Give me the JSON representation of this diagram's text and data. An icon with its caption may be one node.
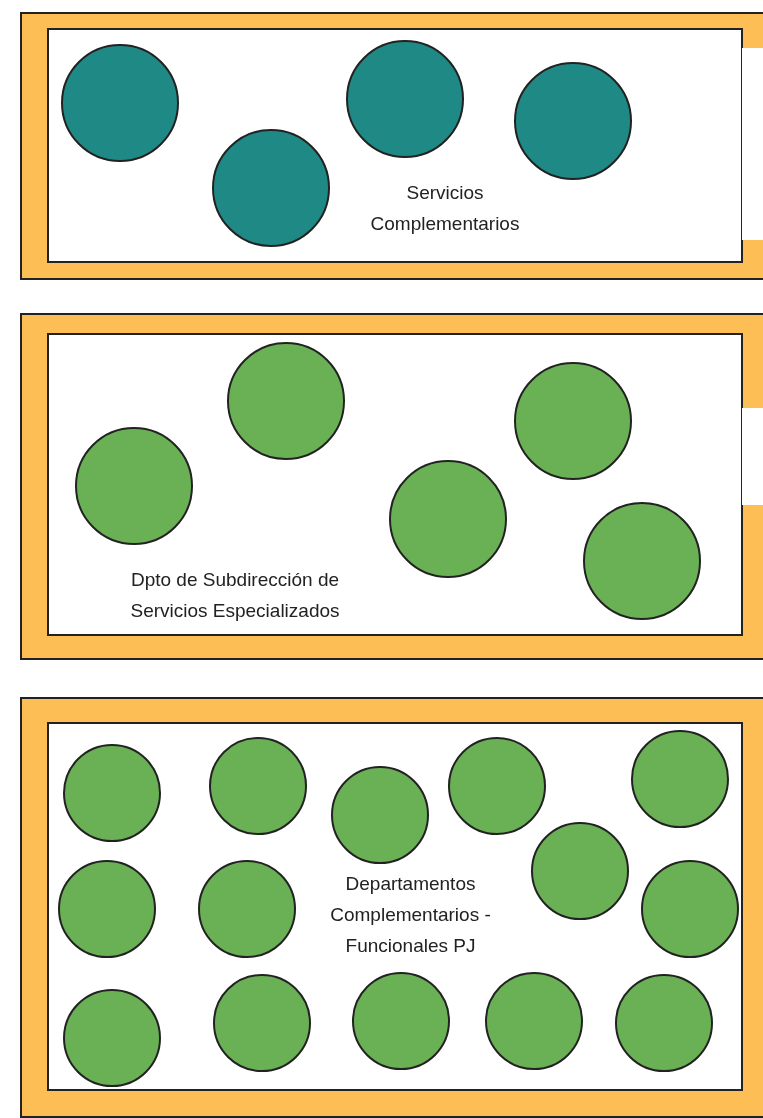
{
  "diagram": {
    "nodes": [
      {
        "text": [
          "Servicios Complementarios"
        ]
      },
      {
        "text": [],
        "shape": "circle",
        "in": 0
      },
      {
        "text": [],
        "shape": "circle",
        "in": 0
      },
      {
        "text": [],
        "shape": "circle",
        "in": 0
      },
      {
        "text": [],
        "shape": "circle",
        "in": 0
      },
      {
        "text": [
          "Dpto de Subdirección de Servicios Especializados"
        ]
      },
      {
        "text": [],
        "shape": "circle",
        "in": 5
      },
      {
        "text": [],
        "shape": "circle",
        "in": 5
      },
      {
        "text": [],
        "shape": "circle",
        "in": 5
      },
      {
        "text": [],
        "shape": "circle",
        "in": 5
      },
      {
        "text": [],
        "shape": "circle",
        "in": 5
      },
      {
        "text": [
          "Departamentos Complementarios - Funcionales PJ"
        ]
      },
      {
        "text": [],
        "shape": "circle",
        "in": 11
      },
      {
        "text": [],
        "shape": "circle",
        "in": 11
      },
      {
        "text": [],
        "shape": "circle",
        "in": 11
      },
      {
        "text": [],
        "shape": "circle",
        "in": 11
      },
      {
        "text": [],
        "shape": "circle",
        "in": 11
      },
      {
        "text": [],
        "shape": "circle",
        "in": 11
      },
      {
        "text": [],
        "shape": "circle",
        "in": 11
      },
      {
        "text": [],
        "shape": "circle",
        "in": 11
      },
      {
        "text": [],
        "shape": "circle",
        "in": 11
      },
      {
        "text": [],
        "shape": "circle",
        "in": 11
      },
      {
        "text": [],
        "shape": "circle",
        "in": 11
      },
      {
        "text": [],
        "shape": "circle",
        "in": 11
      },
      {
        "text": [],
        "shape": "circle",
        "in": 11
      },
      {
        "text": [],
        "shape": "circle",
        "in": 11
      }
    ]
  }
}
